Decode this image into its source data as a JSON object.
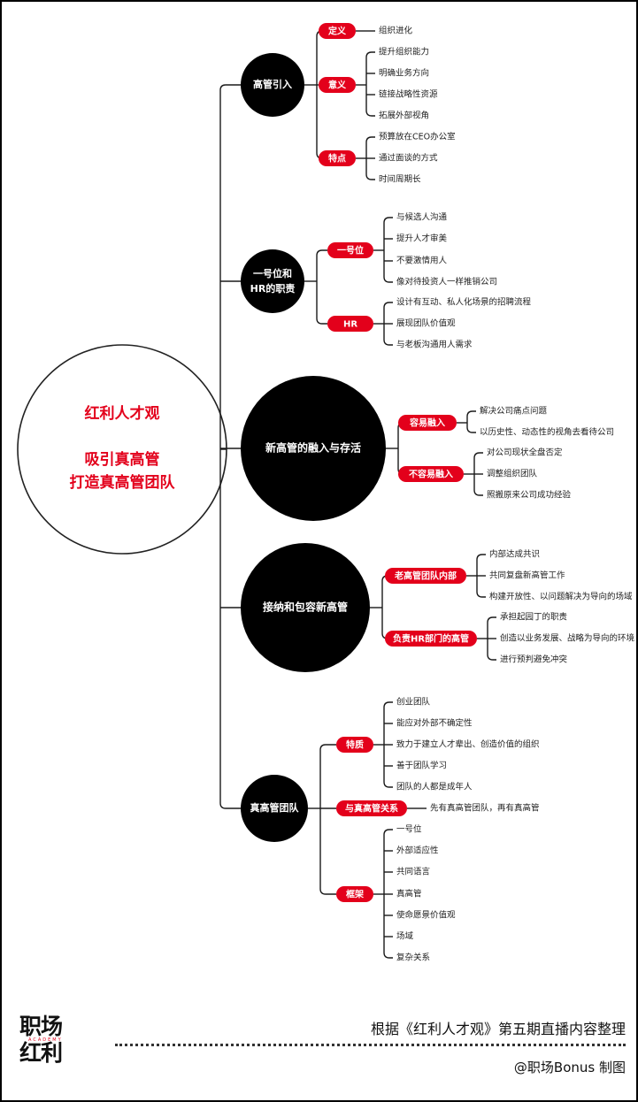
{
  "colors": {
    "red": "#e3001b",
    "black": "#000000",
    "line": "#1a1a1a"
  },
  "root": {
    "line1": "红利人才观",
    "line2": "吸引真高管",
    "line3": "打造真高管团队"
  },
  "branches": [
    {
      "id": "b1",
      "label": "高管引入",
      "label2": "",
      "tags": [
        {
          "label": "定义",
          "leaves": [
            "组织进化"
          ]
        },
        {
          "label": "意义",
          "leaves": [
            "提升组织能力",
            "明确业务方向",
            "链接战略性资源",
            "拓展外部视角"
          ]
        },
        {
          "label": "特点",
          "leaves": [
            "预算放在CEO办公室",
            "通过面谈的方式",
            "时间周期长"
          ]
        }
      ]
    },
    {
      "id": "b2",
      "label": "一号位和",
      "label2": "HR的职责",
      "tags": [
        {
          "label": "一号位",
          "leaves": [
            "与候选人沟通",
            "提升人才审美",
            "不要激情用人",
            "像对待投资人一样推销公司"
          ]
        },
        {
          "label": "HR",
          "leaves": [
            "设计有互动、私人化场景的招聘流程",
            "展现团队价值观",
            "与老板沟通用人需求"
          ]
        }
      ]
    },
    {
      "id": "b3",
      "label": "新高管的融入与存活",
      "label2": "",
      "tags": [
        {
          "label": "容易融入",
          "leaves": [
            "解决公司痛点问题",
            "以历史性、动态性的视角去看待公司"
          ]
        },
        {
          "label": "不容易融入",
          "leaves": [
            "对公司现状全盘否定",
            "调整组织团队",
            "照搬原来公司成功经验"
          ]
        }
      ]
    },
    {
      "id": "b4",
      "label": "接纳和包容新高管",
      "label2": "",
      "tags": [
        {
          "label": "老高管团队内部",
          "leaves": [
            "内部达成共识",
            "共同复盘新高管工作",
            "构建开放性、以问题解决为导向的场域"
          ]
        },
        {
          "label": "负责HR部门的高管",
          "leaves": [
            "承担起园丁的职责",
            "创造以业务发展、战略为导向的环境",
            "进行预判避免冲突"
          ]
        }
      ]
    },
    {
      "id": "b5",
      "label": "真高管团队",
      "label2": "",
      "tags": [
        {
          "label": "特质",
          "leaves": [
            "创业团队",
            "能应对外部不确定性",
            "致力于建立人才辈出、创造价值的组织",
            "善于团队学习",
            "团队的人都是成年人"
          ]
        },
        {
          "label": "与真高管关系",
          "leaves": [
            "先有真高管团队，再有真高管"
          ]
        },
        {
          "label": "框架",
          "leaves": [
            "一号位",
            "外部适应性",
            "共同语言",
            "真高管",
            "使命愿景价值观",
            "场域",
            "复杂关系"
          ]
        }
      ]
    }
  ],
  "footer": {
    "logo_top": "职场",
    "logo_bottom": "红利",
    "logo_small": "ACADEMY",
    "source": "根据《红利人才观》第五期直播内容整理",
    "author": "@职场Bonus 制图"
  }
}
